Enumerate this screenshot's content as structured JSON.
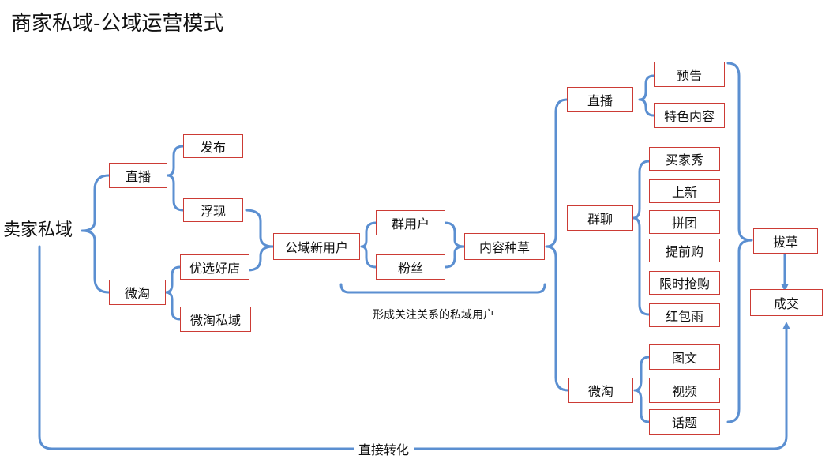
{
  "title": "商家私域-公域运营模式",
  "root": "卖家私域",
  "left": {
    "live": "直播",
    "publish": "发布",
    "float": "浮现",
    "weitao": "微淘",
    "good_store": "优选好店",
    "weitao_private": "微淘私域"
  },
  "middle": {
    "public_new_users": "公域新用户",
    "group_users": "群用户",
    "fans": "粉丝",
    "content_seeding": "内容种草",
    "bracket_label": "形成关注关系的私域用户"
  },
  "right": {
    "live": "直播",
    "preview": "预告",
    "special_content": "特色内容",
    "group_chat": "群聊",
    "buyer_show": "买家秀",
    "new_arrival": "上新",
    "group_buy": "拼团",
    "pre_purchase": "提前购",
    "flash_sale": "限时抢购",
    "red_packet": "红包雨",
    "weitao": "微淘",
    "image_text": "图文",
    "video": "视频",
    "topic": "话题"
  },
  "end": {
    "grass_pull": "拔草",
    "deal": "成交",
    "direct_convert": "直接转化"
  },
  "colors": {
    "line": "#5b8fd1",
    "box_border": "#cc3b35"
  }
}
